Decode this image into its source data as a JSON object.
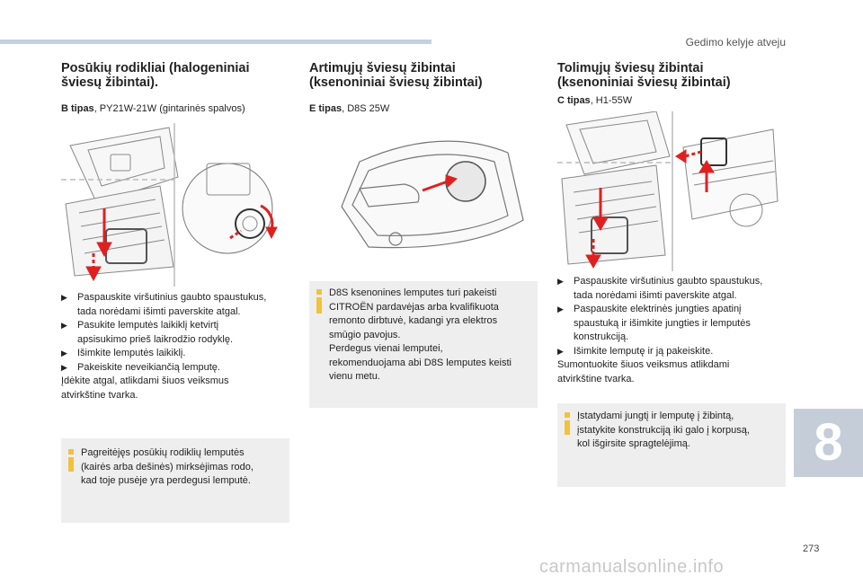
{
  "header": {
    "section": "Gedimo kelyje atveju"
  },
  "chapter": "8",
  "page_number": "273",
  "watermark": "carmanualsonline.info",
  "col1": {
    "title_l1": "Posūkių rodikliai (halogeniniai",
    "title_l2": "šviesų žibintai).",
    "type_label": "B tipas",
    "type_value": ", PY21W-21W (gintarinės spalvos)",
    "steps": [
      "Paspauskite viršutinius gaubto spaustukus,",
      "tada norėdami išimti paverskite atgal.",
      "Pasukite lemputės laikiklį ketvirtį",
      "apsisukimo prieš laikrodžio rodyklę.",
      "Išimkite lemputės laikiklį.",
      "Pakeiskite neveikiančią lemputę."
    ],
    "reassemble_l1": "Įdėkite atgal, atlikdami šiuos veiksmus",
    "reassemble_l2": "atvirkštine tvarka.",
    "note_l1": "Pagreitėjęs posūkių rodiklių lemputės",
    "note_l2": "(kairės arba dešinės) mirksėjimas rodo,",
    "note_l3": "kad toje pusėje yra perdegusi lemputė."
  },
  "col2": {
    "title_l1": "Artimųjų šviesų žibintai",
    "title_l2": "(ksenoniniai šviesų žibintai)",
    "type_label": "E tipas",
    "type_value": ", D8S 25W",
    "note_lines": [
      "D8S ksenonines lemputes turi pakeisti",
      "CITROËN pardavėjas arba kvalifikuota",
      "remonto dirbtuvė, kadangi yra elektros",
      "smūgio pavojus.",
      "Perdegus vienai lemputei,",
      "rekomenduojama abi D8S lemputes keisti",
      "vienu metu."
    ]
  },
  "col3": {
    "title_l1": "Tolimųjų šviesų žibintai",
    "title_l2": "(ksenoniniai šviesų žibintai)",
    "type_label": "C tipas",
    "type_value": ", H1-55W",
    "steps": [
      "Paspauskite viršutinius gaubto spaustukus,",
      "tada norėdami išimti paverskite atgal.",
      "Paspauskite elektrinės jungties apatinį",
      "spaustuką ir išimkite jungties ir lemputės",
      "konstrukciją.",
      "Išimkite lemputę ir ją pakeiskite."
    ],
    "reassemble_l1": "Sumontuokite šiuos veiksmus atlikdami",
    "reassemble_l2": "atvirkštine tvarka.",
    "note_l1": "Įstatydami jungtį ir lemputę į žibintą,",
    "note_l2": "įstatykite konstrukciją iki galo į korpusą,",
    "note_l3": "kol išgirsite spragtelėjimą."
  },
  "colors": {
    "accent_bar": "#c5cfe3",
    "note_bg": "#eeeeee",
    "info_icon": "#f3c13a",
    "arrow": "#e02020",
    "chapter_tab": "#c5cdd9"
  },
  "icons": {
    "bullet": "pointer-triangle-icon",
    "note": "info-icon"
  }
}
